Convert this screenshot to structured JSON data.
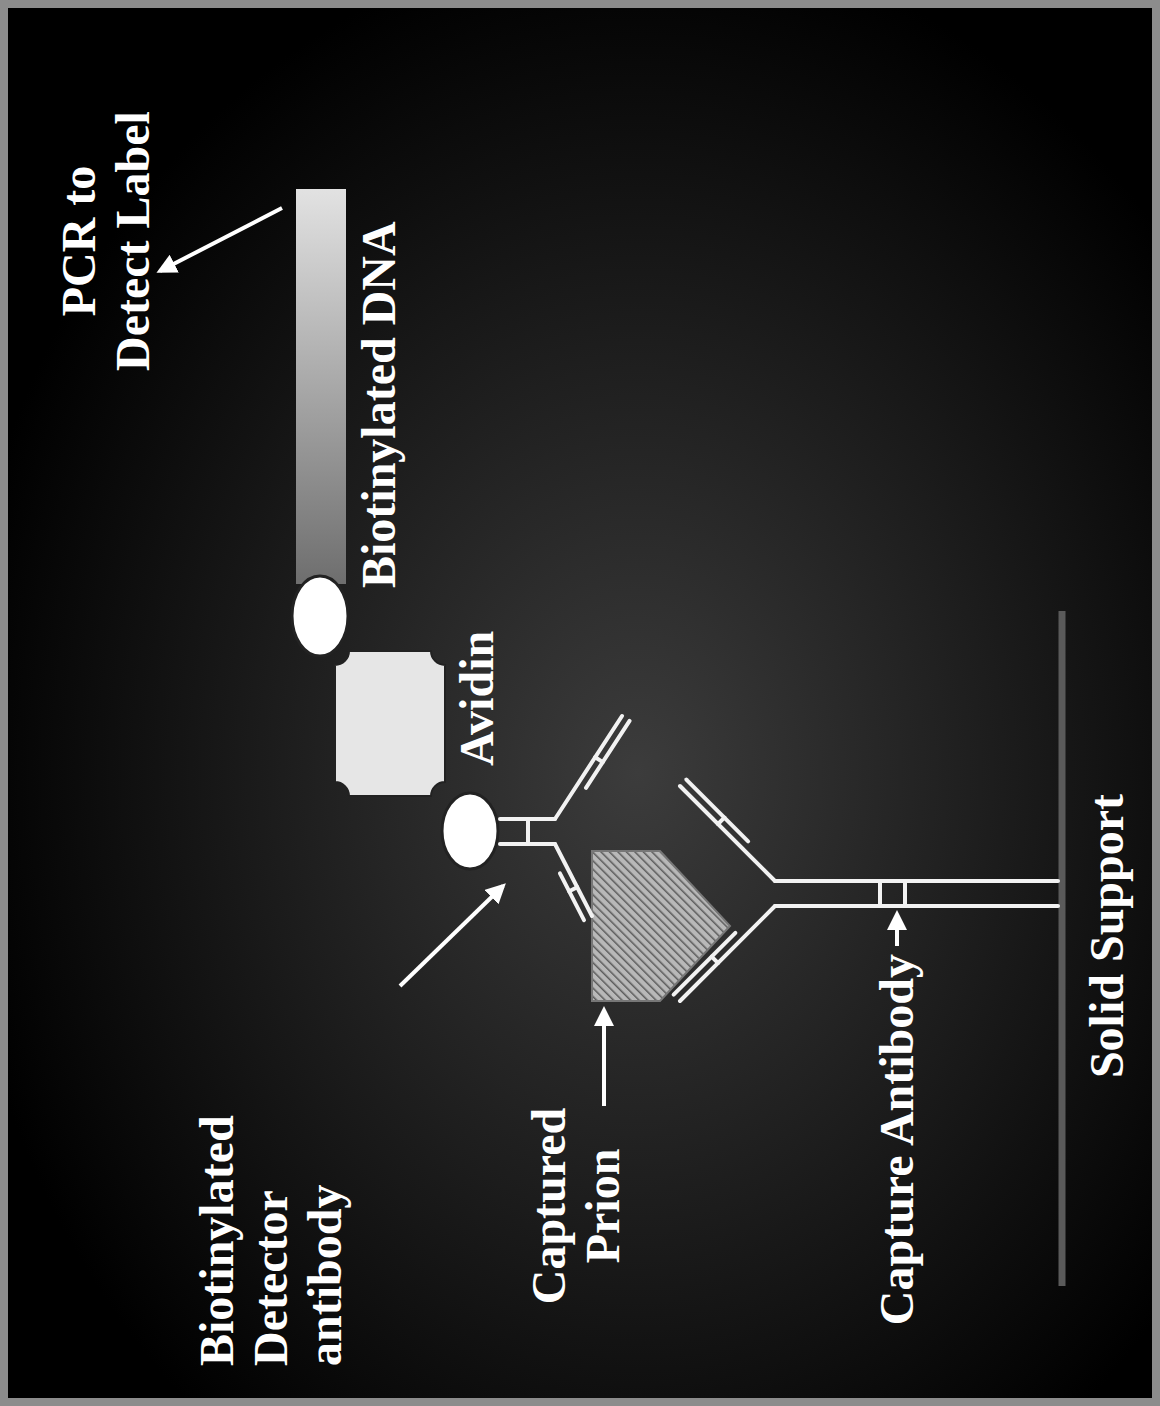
{
  "diagram": {
    "labels": [
      "PCR to Detect Label",
      "Biotinylated DNA",
      "Avidin",
      "Biotinylated Detector antibody",
      "Captured Prion",
      "Capture Antibody",
      "Solid Support"
    ]
  }
}
